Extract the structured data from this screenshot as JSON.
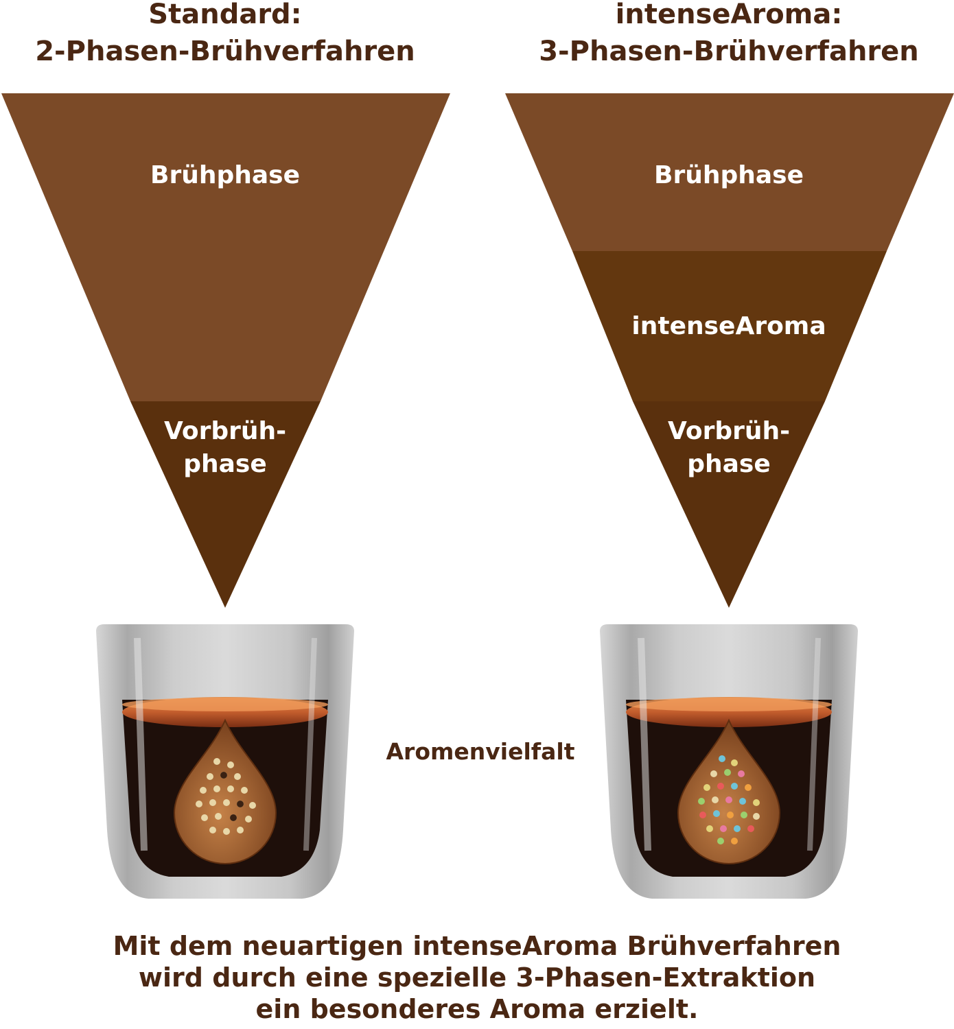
{
  "left": {
    "heading_line1": "Standard:",
    "heading_line2": "2-Phasen-Brühverfahren",
    "phase_top": "Brühphase",
    "phase_bottom_line1": "Vorbrüh-",
    "phase_bottom_line2": "phase"
  },
  "right": {
    "heading_line1": "intenseAroma:",
    "heading_line2": "3-Phasen-Brühverfahren",
    "phase_top": "Brühphase",
    "phase_middle": "intenseAroma",
    "phase_bottom_line1": "Vorbrüh-",
    "phase_bottom_line2": "phase"
  },
  "center_label": "Aromenvielfalt",
  "footer": {
    "line1": "Mit dem neuartigen intenseAroma Brühverfahren",
    "line2": "wird durch eine spezielle 3-Phasen-Extraktion",
    "line3": "ein besonderes Aroma erzielt."
  },
  "colors": {
    "phase_light": "#7b4a27",
    "phase_mid": "#63370f",
    "phase_dark": "#5a300d",
    "text_dark": "#4a2713",
    "espresso": "#1e0f0a",
    "crema": "#c96a36",
    "drop": "#9a5a2c"
  },
  "icons": [
    "espresso-glass-icon",
    "aroma-drop-icon"
  ]
}
